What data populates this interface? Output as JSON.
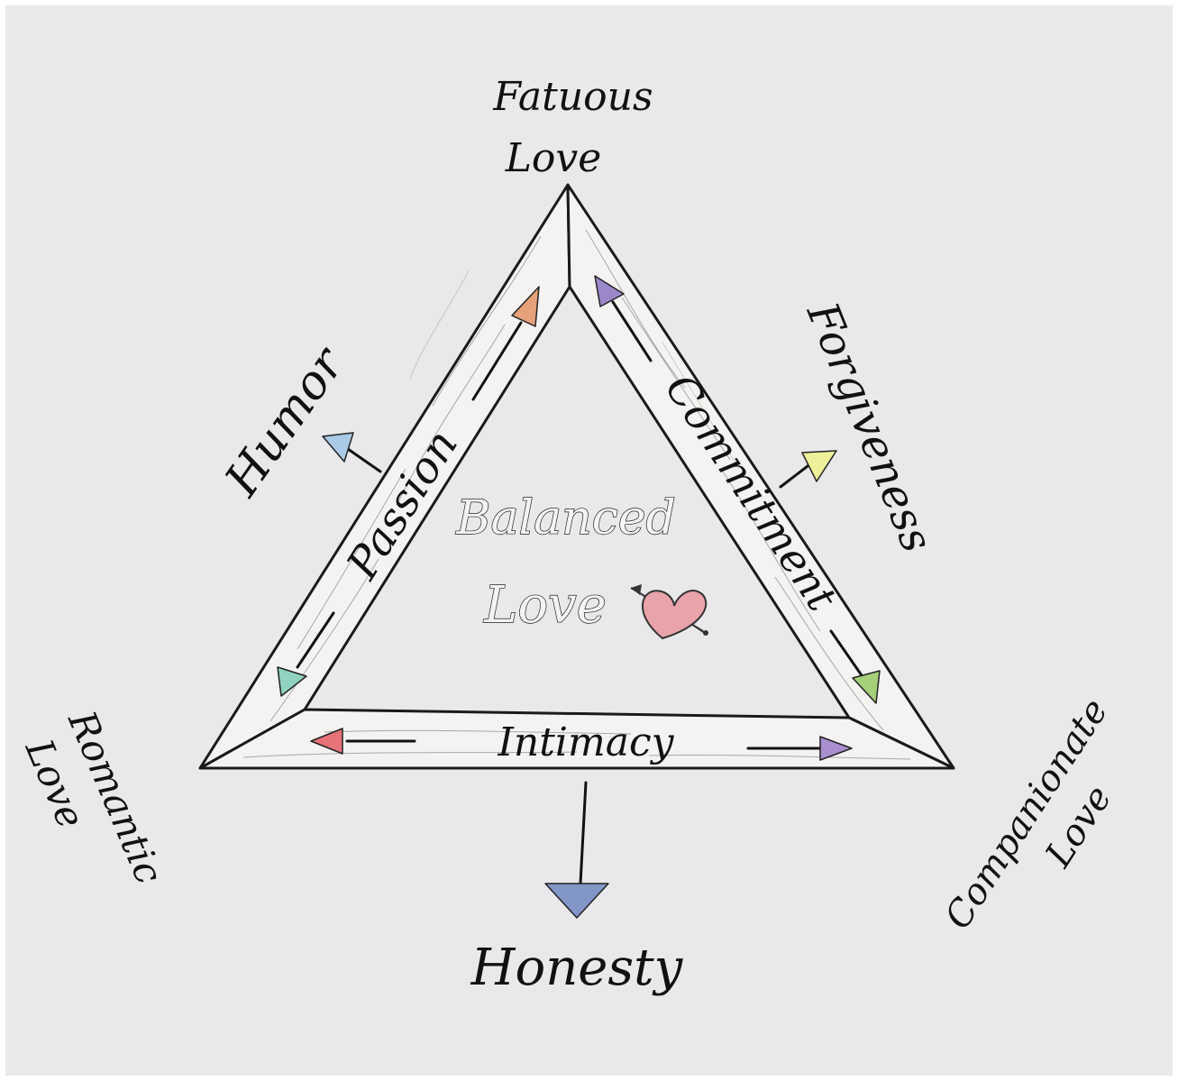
{
  "center": {
    "line1": "Balanced",
    "line2": "Love"
  },
  "sides": {
    "left": "Passion",
    "right": "Commitment",
    "bottom": "Intimacy"
  },
  "corners": {
    "top_line1": "Fatuous",
    "top_line2": "Love",
    "bottom_left_line1": "Romantic",
    "bottom_left_line2": "Love",
    "bottom_right_line1": "Companionate",
    "bottom_right_line2": "Love"
  },
  "outward": {
    "left": "Humor",
    "right": "Forgiveness",
    "bottom": "Honesty"
  },
  "colors": {
    "paper": "#e9e9eb",
    "heart": "#e9a3ab",
    "arrow_passion_top": "#e6a07a",
    "arrow_passion_bottom": "#8fd3c0",
    "arrow_commitment_top": "#9b88c9",
    "arrow_commitment_bottom": "#a6cf7a",
    "arrow_intimacy_left": "#e8727a",
    "arrow_intimacy_right": "#a98fd0",
    "arrow_humor": "#a9cbe8",
    "arrow_forgiveness": "#eef09a",
    "arrow_honesty": "#8396c8"
  },
  "icons": {
    "heart": "heart-with-arrow-icon",
    "arrow": "triangle-arrowhead-icon"
  }
}
